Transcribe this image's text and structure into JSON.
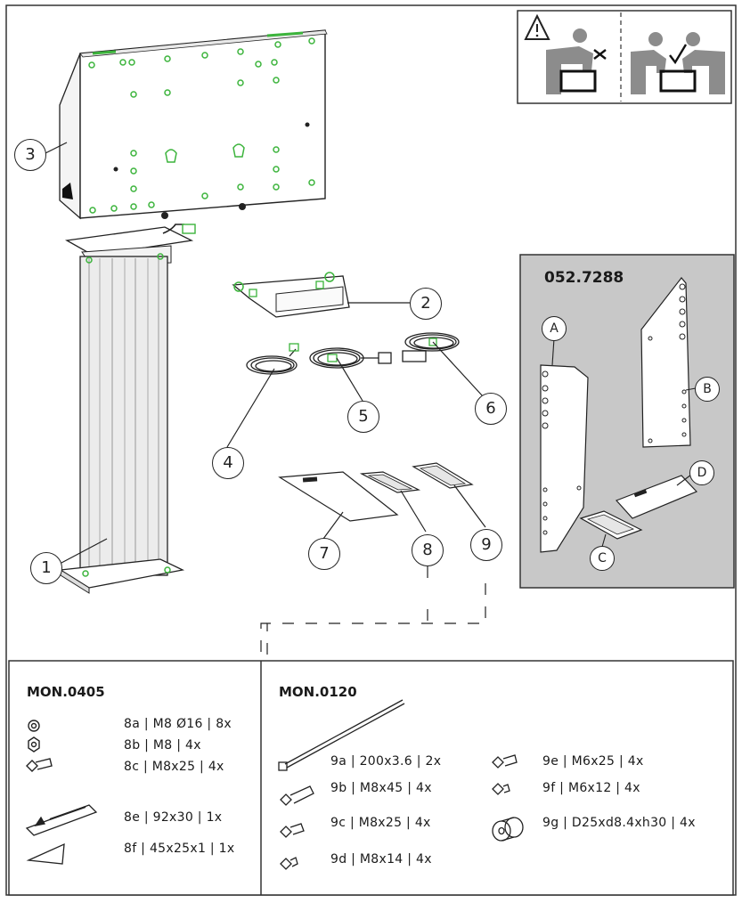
{
  "callouts": {
    "c1": "1",
    "c2": "2",
    "c3": "3",
    "c4": "4",
    "c5": "5",
    "c6": "6",
    "c7": "7",
    "c8": "8",
    "c9": "9",
    "cA": "A",
    "cB": "B",
    "cC": "C",
    "cD": "D"
  },
  "kit": {
    "code": "052.7288"
  },
  "mon0405": {
    "title": "MON.0405",
    "items": [
      {
        "label": "8a | M8 Ø16 | 8x",
        "icon": "washer-icon"
      },
      {
        "label": "8b | M8 | 4x",
        "icon": "nut-icon"
      },
      {
        "label": "8c | M8x25 | 4x",
        "icon": "hex-bolt-icon"
      },
      {
        "label": "8e | 92x30 | 1x",
        "icon": "warning-sticker-icon"
      },
      {
        "label": "8f | 45x25x1 | 1x",
        "icon": "pad-icon"
      }
    ]
  },
  "mon0120": {
    "title": "MON.0120",
    "items": [
      {
        "label": "9a | 200x3.6 | 2x",
        "icon": "cable-tie-icon"
      },
      {
        "label": "9b | M8x45 | 4x",
        "icon": "long-bolt-icon"
      },
      {
        "label": "9c | M8x25 | 4x",
        "icon": "bolt-icon"
      },
      {
        "label": "9d | M8x14 | 4x",
        "icon": "short-bolt-icon"
      },
      {
        "label": "9e | M6x25 | 4x",
        "icon": "flange-bolt-icon"
      },
      {
        "label": "9f | M6x12 | 4x",
        "icon": "short-flange-bolt-icon"
      },
      {
        "label": "9g | D25xd8.4xh30 | 4x",
        "icon": "spacer-icon"
      }
    ]
  },
  "colors": {
    "highlight": "#3cb43c",
    "panel": "#c8c8c8",
    "outline": "#222222"
  }
}
